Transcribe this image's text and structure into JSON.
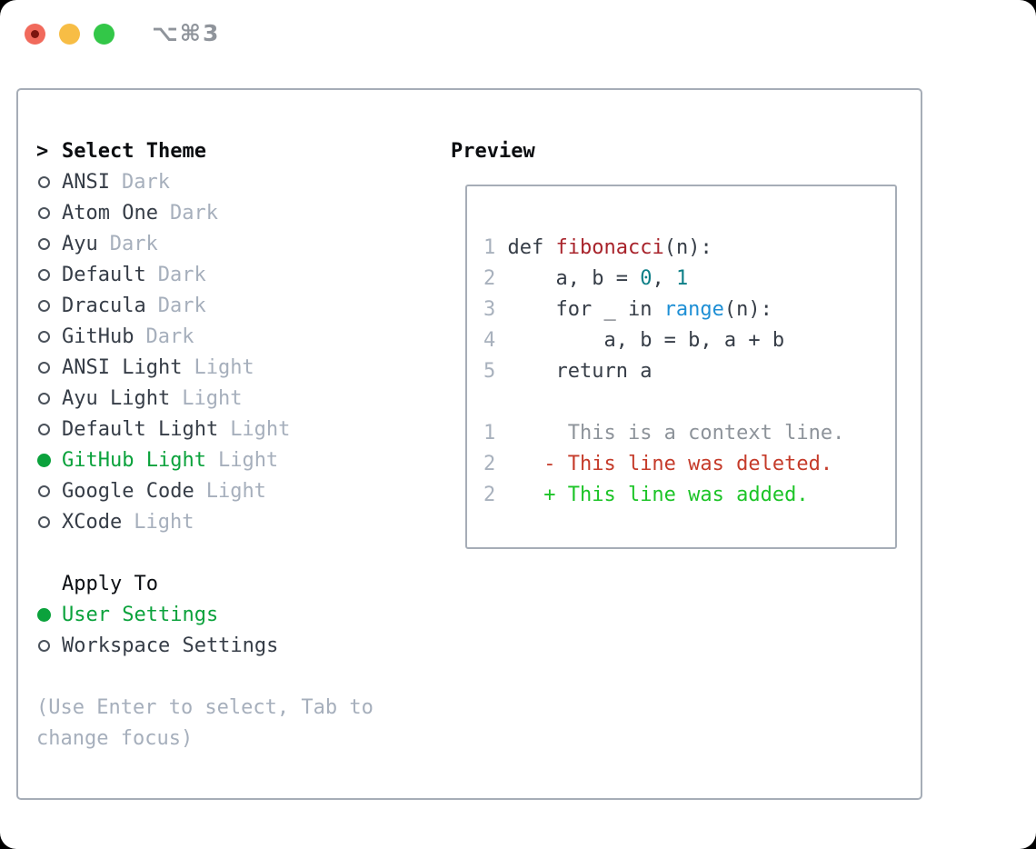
{
  "window": {
    "shortcut_label": "⌥⌘3",
    "traffic_lights": [
      "close",
      "minimize",
      "zoom"
    ]
  },
  "colors": {
    "accent_green": "#0ba23c",
    "added_green": "#1cc427",
    "deleted_red": "#c53b2a",
    "function_red": "#a8232b",
    "number_teal": "#0d7f87",
    "builtin_blue": "#1e8fd5",
    "muted_gray": "#a6afbc",
    "border_gray": "#a6adb7",
    "text_dark": "#363d47"
  },
  "theme_panel": {
    "prompt": ">",
    "title": "Select Theme",
    "themes": [
      {
        "name": "ANSI",
        "variant": "Dark",
        "selected": false
      },
      {
        "name": "Atom One",
        "variant": "Dark",
        "selected": false
      },
      {
        "name": "Ayu",
        "variant": "Dark",
        "selected": false
      },
      {
        "name": "Default",
        "variant": "Dark",
        "selected": false
      },
      {
        "name": "Dracula",
        "variant": "Dark",
        "selected": false
      },
      {
        "name": "GitHub",
        "variant": "Dark",
        "selected": false
      },
      {
        "name": "ANSI Light",
        "variant": "Light",
        "selected": false
      },
      {
        "name": "Ayu Light",
        "variant": "Light",
        "selected": false
      },
      {
        "name": "Default Light",
        "variant": "Light",
        "selected": false
      },
      {
        "name": "GitHub Light",
        "variant": "Light",
        "selected": true
      },
      {
        "name": "Google Code",
        "variant": "Light",
        "selected": false
      },
      {
        "name": "XCode",
        "variant": "Light",
        "selected": false
      }
    ],
    "apply_to": {
      "title": "Apply To",
      "options": [
        {
          "label": "User Settings",
          "selected": true
        },
        {
          "label": "Workspace Settings",
          "selected": false
        }
      ]
    },
    "hint_lines": [
      "(Use Enter to select, Tab to",
      "change focus)"
    ]
  },
  "preview": {
    "title": "Preview",
    "lines": [
      {
        "num": "1",
        "tokens": [
          {
            "t": " def ",
            "c": "code"
          },
          {
            "t": "fibonacci",
            "c": "func"
          },
          {
            "t": "(n):",
            "c": "code"
          }
        ]
      },
      {
        "num": "2",
        "tokens": [
          {
            "t": "     a, b = ",
            "c": "code"
          },
          {
            "t": "0",
            "c": "num"
          },
          {
            "t": ", ",
            "c": "code"
          },
          {
            "t": "1",
            "c": "num"
          }
        ]
      },
      {
        "num": "3",
        "tokens": [
          {
            "t": "     for _ in ",
            "c": "code"
          },
          {
            "t": "range",
            "c": "builtin"
          },
          {
            "t": "(n):",
            "c": "code"
          }
        ]
      },
      {
        "num": "4",
        "tokens": [
          {
            "t": "         a, b = b, a + b",
            "c": "code"
          }
        ]
      },
      {
        "num": "5",
        "tokens": [
          {
            "t": "     return a",
            "c": "code"
          }
        ]
      },
      {
        "num": "",
        "tokens": []
      },
      {
        "num": "1",
        "tokens": [
          {
            "t": "      This is a context line.",
            "c": "context"
          }
        ]
      },
      {
        "num": "2",
        "tokens": [
          {
            "t": "    - This line was deleted.",
            "c": "deleted"
          }
        ]
      },
      {
        "num": "2",
        "tokens": [
          {
            "t": "    + This line was added.",
            "c": "added"
          }
        ]
      }
    ]
  }
}
